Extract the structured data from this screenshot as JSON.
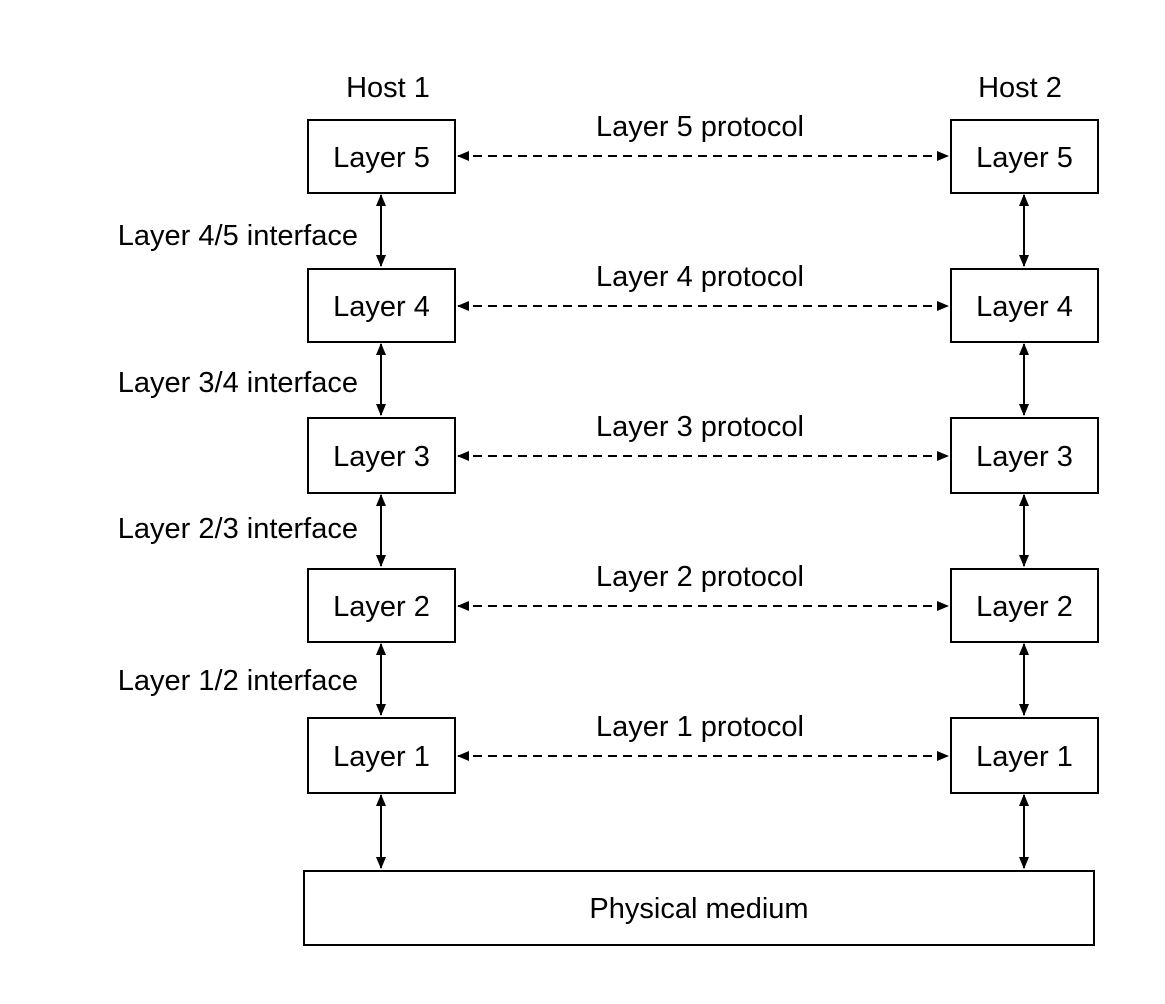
{
  "hosts": [
    {
      "label": "Host 1"
    },
    {
      "label": "Host 2"
    }
  ],
  "layers": [
    {
      "label": "Layer 5",
      "protocol": "Layer 5 protocol",
      "interface_below": "Layer 4/5 interface"
    },
    {
      "label": "Layer 4",
      "protocol": "Layer 4 protocol",
      "interface_below": "Layer 3/4 interface"
    },
    {
      "label": "Layer 3",
      "protocol": "Layer 3 protocol",
      "interface_below": "Layer 2/3 interface"
    },
    {
      "label": "Layer 2",
      "protocol": "Layer 2 protocol",
      "interface_below": "Layer 1/2 interface"
    },
    {
      "label": "Layer 1",
      "protocol": "Layer 1 protocol",
      "interface_below": ""
    }
  ],
  "medium": {
    "label": "Physical medium"
  },
  "colors": {
    "line": "#000000",
    "background": "#ffffff"
  }
}
